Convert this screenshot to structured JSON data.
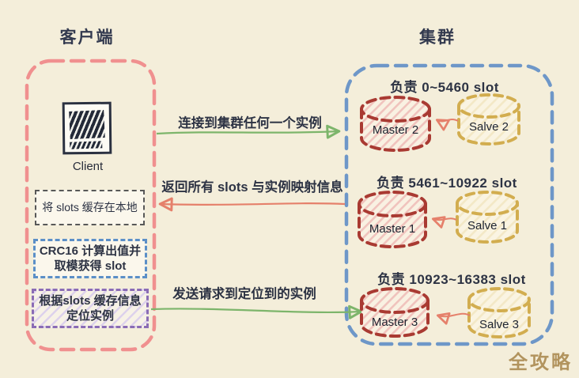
{
  "canvas": {
    "background": "#f4eeda"
  },
  "client_section": {
    "title": "客户端",
    "border_color": "#f0908f",
    "client_label": "Client",
    "steps": [
      {
        "text": "将 slots 缓存在本地",
        "border_color": "#585858"
      },
      {
        "line1": "CRC16 计算出值并",
        "line2": "取模获得 slot",
        "border_color": "#5b8fc7"
      },
      {
        "line1": "根据slots 缓存信息",
        "line2": "定位实例",
        "border_color": "#8a6cb5"
      }
    ]
  },
  "cluster_section": {
    "title": "集群",
    "border_color": "#6e97c8",
    "master_color": "#a93a32",
    "slave_color": "#d2ad4f",
    "shards": [
      {
        "range_label": "负责 0~5460 slot",
        "master": "Master 2",
        "slave": "Salve 2"
      },
      {
        "range_label": "负责 5461~10922 slot",
        "master": "Master 1",
        "slave": "Salve 1"
      },
      {
        "range_label": "负责 10923~16383 slot",
        "master": "Master 3",
        "slave": "Salve 3"
      }
    ]
  },
  "flows": [
    {
      "label": "连接到集群任何一个实例",
      "direction": "right",
      "color": "#7db56b"
    },
    {
      "label": "返回所有 slots 与实例映射信息",
      "direction": "left",
      "color": "#e5806b"
    },
    {
      "label": "发送请求到定位到的实例",
      "direction": "right",
      "color": "#7db56b"
    }
  ],
  "watermark": {
    "text": "全攻略",
    "color": "#b2945e"
  }
}
